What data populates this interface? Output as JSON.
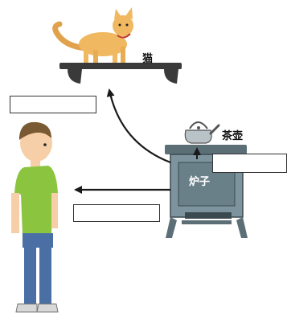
{
  "labels": {
    "cat": "猫",
    "kettle": "茶壶",
    "stove": "炉子"
  },
  "answer_boxes": [
    {
      "name": "answer-box-upper",
      "value": ""
    },
    {
      "name": "answer-box-stove",
      "value": ""
    },
    {
      "name": "answer-box-lower",
      "value": ""
    }
  ],
  "colors": {
    "cat_fur": "#f0b860",
    "shelf": "#3a3a3a",
    "stove_body": "#7d949e",
    "stove_dark": "#3c4a50",
    "kettle": "#b9c3c7",
    "boy_shirt": "#8bc53f",
    "boy_pants": "#4a6fa5",
    "boy_hair": "#7a5a32",
    "skin": "#f6cfa8",
    "arrow": "#1a1a1a"
  }
}
